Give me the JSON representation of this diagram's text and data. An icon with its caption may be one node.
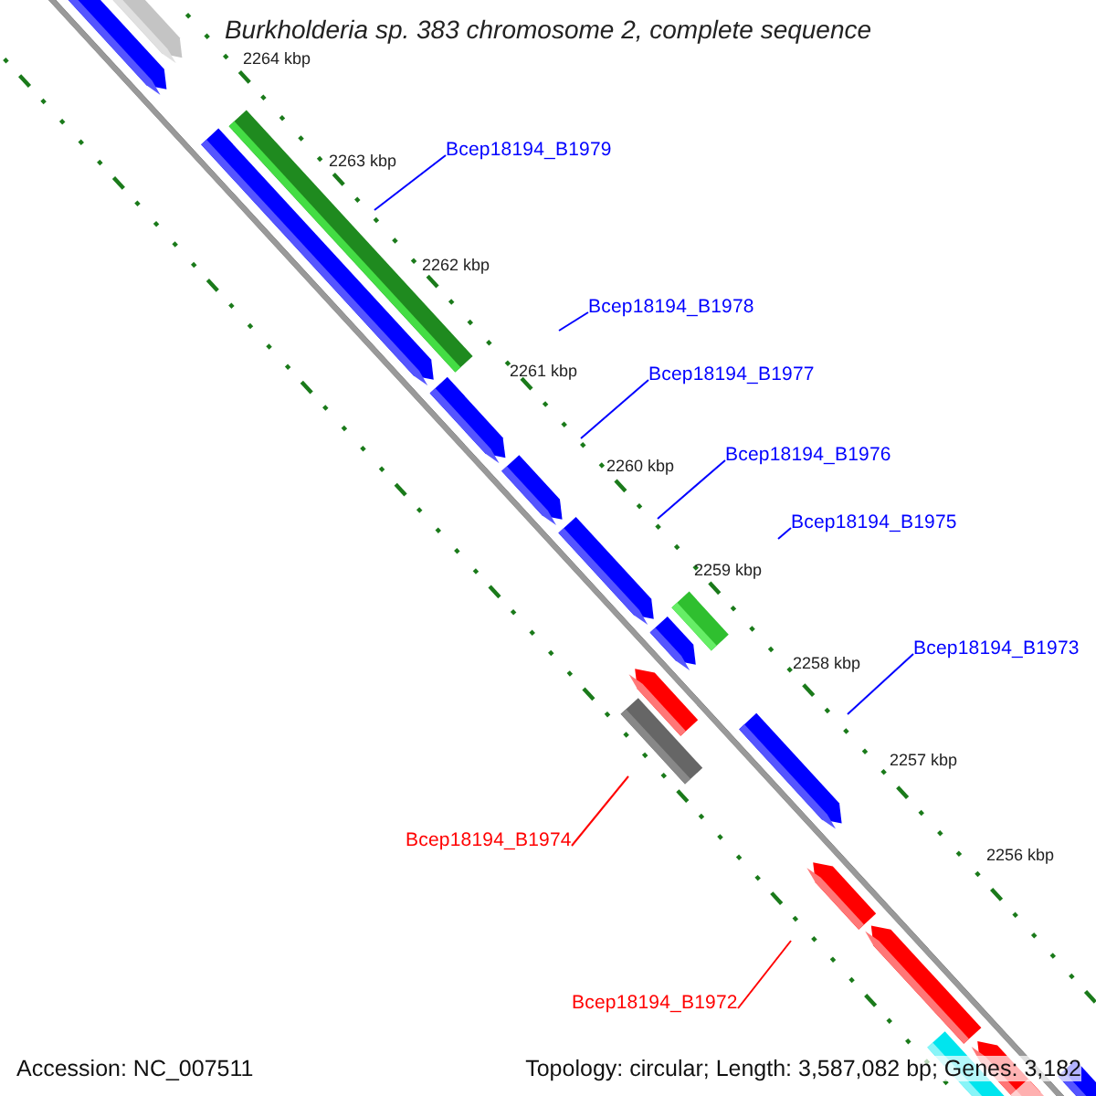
{
  "diagram": {
    "title": "Burkholderia sp. 383 chromosome 2, complete sequence",
    "nodes": [
      {
        "text": [
          "Bcep18194_B1979"
        ]
      },
      {
        "text": [
          "Bcep18194_B1978"
        ]
      },
      {
        "text": [
          "Bcep18194_B1977"
        ]
      },
      {
        "text": [
          "Bcep18194_B1976"
        ]
      },
      {
        "text": [
          "Bcep18194_B1975"
        ]
      },
      {
        "text": [
          "Bcep18194_B1973"
        ]
      },
      {
        "text": [
          "Bcep18194_B1974"
        ]
      },
      {
        "text": [
          "Bcep18194_B1972"
        ]
      }
    ],
    "edges": [
      {
        "from": 0,
        "to": null,
        "arrow": "none"
      },
      {
        "from": 1,
        "to": null,
        "arrow": "none"
      },
      {
        "from": 2,
        "to": null,
        "arrow": "none"
      },
      {
        "from": 3,
        "to": null,
        "arrow": "none"
      },
      {
        "from": 4,
        "to": null,
        "arrow": "none"
      },
      {
        "from": 5,
        "to": null,
        "arrow": "none"
      },
      {
        "from": 6,
        "to": null,
        "arrow": "none",
        "color": "#ff0000"
      },
      {
        "from": 7,
        "to": null,
        "arrow": "none",
        "color": "#ff0000"
      }
    ],
    "labels": [
      "2264 kbp",
      "2263 kbp",
      "2262 kbp",
      "2261 kbp",
      "2260 kbp",
      "2259 kbp",
      "2258 kbp",
      "2257 kbp",
      "2256 kbp",
      "Accession: NC_007511",
      "Topology: circular; Length: 3,587,082 bp; Genes: 3,182"
    ]
  }
}
